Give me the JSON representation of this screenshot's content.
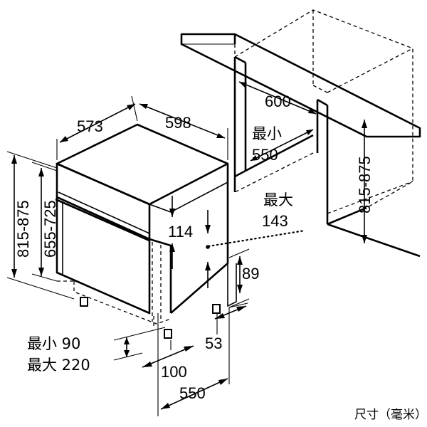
{
  "labels": {
    "niche_width": "600",
    "niche_depth_min_label": "最小",
    "niche_depth_min_value": "550",
    "niche_height": "815-875",
    "unit_depth": "573",
    "unit_width": "598",
    "unit_height": "815-875",
    "panel_height": "655-725",
    "gap_114": "114",
    "max_label": "最大",
    "max_143": "143",
    "plinth_89": "89",
    "offset_53": "53",
    "plinth_min": "最小 90",
    "plinth_max": "最大 220",
    "dim_100": "100",
    "base_depth": "550"
  },
  "caption": "尺寸（毫米）"
}
